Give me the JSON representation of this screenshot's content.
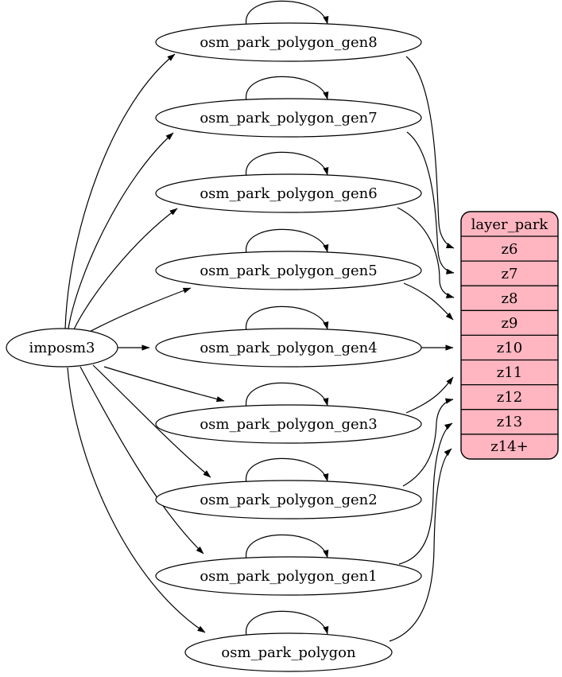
{
  "diagram": {
    "source_node": {
      "label": "imposm3"
    },
    "tables": [
      {
        "id": "osm_park_polygon_gen8",
        "label": "osm_park_polygon_gen8"
      },
      {
        "id": "osm_park_polygon_gen7",
        "label": "osm_park_polygon_gen7"
      },
      {
        "id": "osm_park_polygon_gen6",
        "label": "osm_park_polygon_gen6"
      },
      {
        "id": "osm_park_polygon_gen5",
        "label": "osm_park_polygon_gen5"
      },
      {
        "id": "osm_park_polygon_gen4",
        "label": "osm_park_polygon_gen4"
      },
      {
        "id": "osm_park_polygon_gen3",
        "label": "osm_park_polygon_gen3"
      },
      {
        "id": "osm_park_polygon_gen2",
        "label": "osm_park_polygon_gen2"
      },
      {
        "id": "osm_park_polygon_gen1",
        "label": "osm_park_polygon_gen1"
      },
      {
        "id": "osm_park_polygon",
        "label": "osm_park_polygon"
      }
    ],
    "layer": {
      "header": "layer_park",
      "rows": [
        "z6",
        "z7",
        "z8",
        "z9",
        "z10",
        "z11",
        "z12",
        "z13",
        "z14+"
      ]
    },
    "edges": [
      {
        "from": "imposm3",
        "to": "osm_park_polygon_gen8"
      },
      {
        "from": "imposm3",
        "to": "osm_park_polygon_gen7"
      },
      {
        "from": "imposm3",
        "to": "osm_park_polygon_gen6"
      },
      {
        "from": "imposm3",
        "to": "osm_park_polygon_gen5"
      },
      {
        "from": "imposm3",
        "to": "osm_park_polygon_gen4"
      },
      {
        "from": "imposm3",
        "to": "osm_park_polygon_gen3"
      },
      {
        "from": "imposm3",
        "to": "osm_park_polygon_gen2"
      },
      {
        "from": "imposm3",
        "to": "osm_park_polygon_gen1"
      },
      {
        "from": "imposm3",
        "to": "osm_park_polygon"
      },
      {
        "from": "osm_park_polygon_gen8",
        "to": "osm_park_polygon_gen8"
      },
      {
        "from": "osm_park_polygon_gen7",
        "to": "osm_park_polygon_gen7"
      },
      {
        "from": "osm_park_polygon_gen6",
        "to": "osm_park_polygon_gen6"
      },
      {
        "from": "osm_park_polygon_gen5",
        "to": "osm_park_polygon_gen5"
      },
      {
        "from": "osm_park_polygon_gen4",
        "to": "osm_park_polygon_gen4"
      },
      {
        "from": "osm_park_polygon_gen3",
        "to": "osm_park_polygon_gen3"
      },
      {
        "from": "osm_park_polygon_gen2",
        "to": "osm_park_polygon_gen2"
      },
      {
        "from": "osm_park_polygon_gen1",
        "to": "osm_park_polygon_gen1"
      },
      {
        "from": "osm_park_polygon",
        "to": "osm_park_polygon"
      },
      {
        "from": "osm_park_polygon_gen8",
        "to": "layer_park.z6"
      },
      {
        "from": "osm_park_polygon_gen7",
        "to": "layer_park.z7"
      },
      {
        "from": "osm_park_polygon_gen6",
        "to": "layer_park.z8"
      },
      {
        "from": "osm_park_polygon_gen5",
        "to": "layer_park.z9"
      },
      {
        "from": "osm_park_polygon_gen4",
        "to": "layer_park.z10"
      },
      {
        "from": "osm_park_polygon_gen3",
        "to": "layer_park.z11"
      },
      {
        "from": "osm_park_polygon_gen2",
        "to": "layer_park.z12"
      },
      {
        "from": "osm_park_polygon_gen1",
        "to": "layer_park.z13"
      },
      {
        "from": "osm_park_polygon",
        "to": "layer_park.z14+"
      }
    ],
    "colors": {
      "layer_fill": "#ffb6c1",
      "node_fill": "#ffffff",
      "stroke": "#000000",
      "background": "#ffffff"
    }
  }
}
